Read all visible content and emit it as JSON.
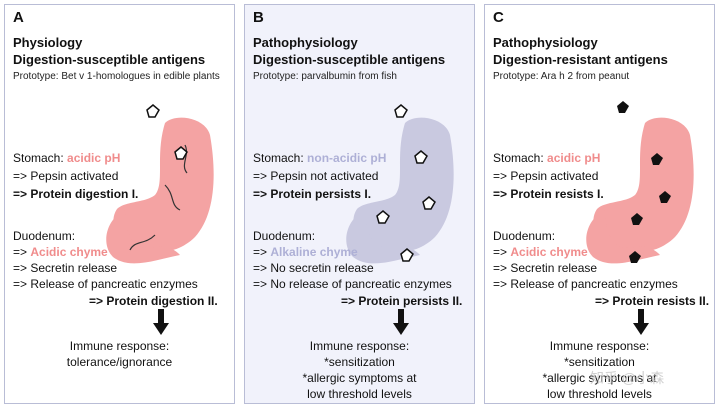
{
  "colors": {
    "stomach_red": "#f4a3a3",
    "stomach_blue": "#c9c9e0",
    "highlight_red": "#f08c8c",
    "highlight_blue": "#aeb0d6",
    "border": "#b9bdd6"
  },
  "panels": [
    {
      "letter": "A",
      "title1": "Physiology",
      "title2": "Digestion-susceptible antigens",
      "prototype": "Prototype: Bet v 1-homologues in edible plants",
      "stomach_label": "Stomach:",
      "stomach_ph": "acidic pH",
      "pepsin": "=> Pepsin activated",
      "protein1": "=> Protein digestion I.",
      "duodenum": "Duodenum:",
      "chyme_prefix": "=> ",
      "chyme": "Acidic chyme",
      "secretin": "=> Secretin release",
      "enzymes": "=> Release of pancreatic enzymes",
      "protein2": "=> Protein digestion II.",
      "response": [
        "Immune response:",
        "tolerance/ignorance"
      ]
    },
    {
      "letter": "B",
      "title1": "Pathophysiology",
      "title2": "Digestion-susceptible antigens",
      "prototype": "Prototype: parvalbumin from fish",
      "stomach_label": "Stomach:",
      "stomach_ph": "non-acidic pH",
      "pepsin": "=> Pepsin not activated",
      "protein1": "=> Protein persists I.",
      "duodenum": "Duodenum:",
      "chyme_prefix": "=> ",
      "chyme": "Alkaline chyme",
      "secretin": "=> No secretin release",
      "enzymes": "=> No release of pancreatic enzymes",
      "protein2": "=> Protein persists II.",
      "response": [
        "Immune response:",
        "*sensitization",
        "*allergic symptoms at",
        "low threshold levels"
      ]
    },
    {
      "letter": "C",
      "title1": "Pathophysiology",
      "title2": "Digestion-resistant antigens",
      "prototype": "Prototype: Ara h 2 from peanut",
      "stomach_label": "Stomach:",
      "stomach_ph": "acidic pH",
      "pepsin": "=> Pepsin activated",
      "protein1": "=> Protein resists I.",
      "duodenum": "Duodenum:",
      "chyme_prefix": "=> ",
      "chyme": "Acidic chyme",
      "secretin": "=> Secretin release",
      "enzymes": "=> Release of pancreatic enzymes",
      "protein2": "=> Protein resists II.",
      "response": [
        "Immune response:",
        "*sensitization",
        "*allergic symptoms at",
        "low threshold levels"
      ]
    }
  ],
  "watermark": "知乎 @小森"
}
